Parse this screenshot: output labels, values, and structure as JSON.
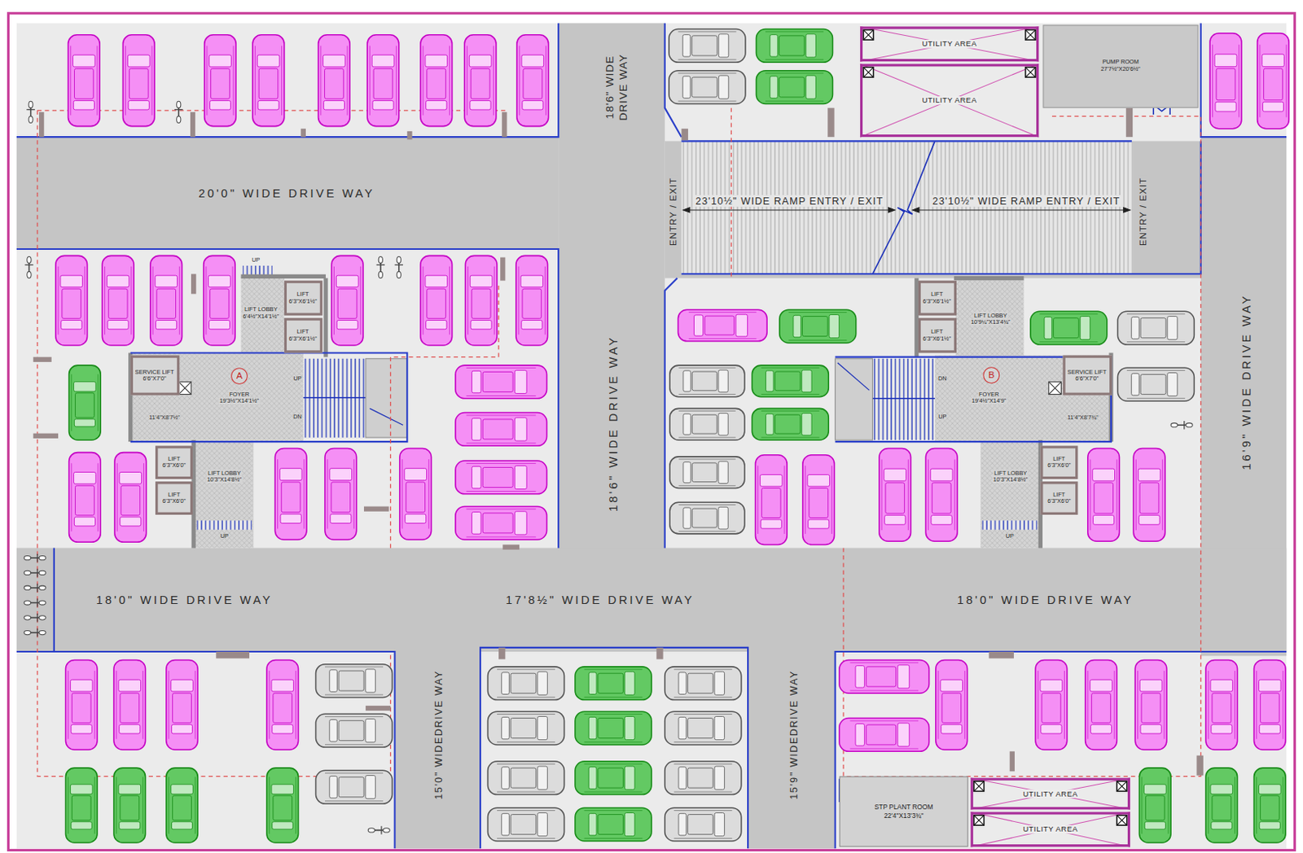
{
  "diagram": {
    "nodes": [
      {
        "text": [
          "UTILITY AREA"
        ]
      },
      {
        "text": [
          "UTILITY AREA"
        ]
      },
      {
        "text": [
          "PUMP ROOM",
          "27'7½\"X20'6½\""
        ]
      },
      {
        "text": [
          "LIFT",
          "6'3\"X6'1½\""
        ]
      },
      {
        "text": [
          "LIFT",
          "6'3\"X6'1½\""
        ]
      },
      {
        "text": [
          "LIFT LOBBY",
          "6'4½\"X14'1½\""
        ]
      },
      {
        "text": [
          "SERVICE LIFT",
          "6'6\"X7'0\""
        ]
      },
      {
        "text": [
          "A"
        ]
      },
      {
        "text": [
          "FOYER",
          "19'3½\"X14'1½\""
        ]
      },
      {
        "text": [
          "LIFT",
          "6'3\"X6'0\""
        ]
      },
      {
        "text": [
          "LIFT",
          "6'3\"X6'0\""
        ]
      },
      {
        "text": [
          "LIFT LOBBY",
          "10'3\"X14'8½\""
        ]
      },
      {
        "text": [
          "LIFT",
          "6'3\"X6'1½\""
        ]
      },
      {
        "text": [
          "LIFT",
          "6'3\"X6'1½\""
        ]
      },
      {
        "text": [
          "LIFT LOBBY",
          "10'9¼\"X13'4¾\""
        ]
      },
      {
        "text": [
          "B"
        ]
      },
      {
        "text": [
          "FOYER",
          "19'4½\"X14'9\""
        ]
      },
      {
        "text": [
          "SERVICE LIFT",
          "6'6\"X7'0\""
        ]
      },
      {
        "text": [
          "LIFT",
          "6'3\"X6'0\""
        ]
      },
      {
        "text": [
          "LIFT",
          "6'3\"X6'0\""
        ]
      },
      {
        "text": [
          "LIFT LOBBY",
          "10'3\"X14'8½\""
        ]
      },
      {
        "text": [
          "STP PLANT ROOM",
          "22'4\"X13'3¾\""
        ]
      },
      {
        "text": [
          "UTILITY AREA"
        ]
      },
      {
        "text": [
          "UTILITY AREA"
        ]
      }
    ],
    "labels": [
      "18'6\" WIDE DRIVE WAY",
      "20'0\" WIDE DRIVE WAY",
      "ENTRY / EXIT",
      "23'10½\" WIDE RAMP ENTRY / EXIT",
      "23'10½\" WIDE RAMP ENTRY / EXIT",
      "ENTRY / EXIT",
      "UP",
      "UP",
      "DN",
      "11'4\"X8'7½\"",
      "UP",
      "18'6\" WIDE DRIVE WAY",
      "16'9\" WIDE DRIVE WAY",
      "DN",
      "UP",
      "11'4\"X8'7¾\"",
      "UP",
      "18'0\" WIDE DRIVE WAY",
      "17'8½\" WIDE DRIVE WAY",
      "18'0\" WIDE DRIVE WAY",
      "15'0\" WIDEDRIVE WAY",
      "15'9\" WIDEDRIVE WAY"
    ]
  }
}
